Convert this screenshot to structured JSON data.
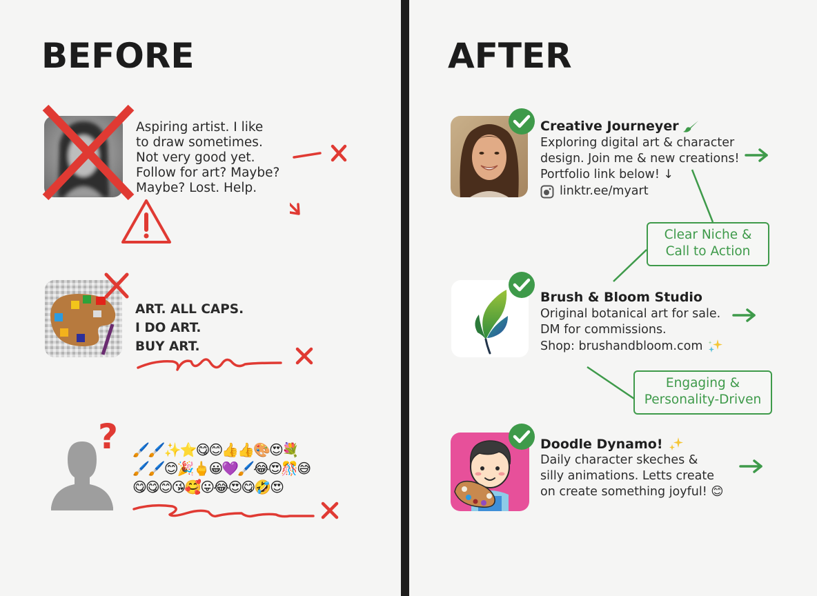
{
  "before": {
    "heading": "BEFORE",
    "profiles": [
      {
        "avatar": "blurred-grayscale-photo",
        "bio_lines": [
          "Aspiring artist. I like",
          "to draw sometimes.",
          "Not very good yet.",
          "Follow for art? Maybe?",
          "Maybe? Lost. Help."
        ],
        "marks": [
          "red-x-over-avatar",
          "warning-triangle-icon",
          "red-x",
          "red-arrow"
        ]
      },
      {
        "avatar": "pixelated-palette",
        "bio_lines": [
          "ART. ALL CAPS.",
          "I DO ART.",
          "BUY ART."
        ],
        "marks": [
          "red-x",
          "red-squiggle",
          "red-x"
        ]
      },
      {
        "avatar": "default-silhouette",
        "bio_emoji_rows": [
          "🖌️🖌️✨⭐😋😊👍👍🎨😍💐",
          "🖌️🖌️😊🎉🖕😀💜🖌️😂😍🎊😅",
          "😋😋😊😘🥰😛😂😍😋🤣😍"
        ],
        "marks": [
          "red-question-mark",
          "red-squiggle",
          "red-x"
        ]
      }
    ]
  },
  "after": {
    "heading": "AFTER",
    "profiles": [
      {
        "name": "Creative Journeyer",
        "name_icon": "paintbrush-icon",
        "bio_lines": [
          "Exploring digital art & character",
          "design. Join me & new creations!",
          "Portfolio link below! ↓"
        ],
        "link": "linktr.ee/myart",
        "link_icon": "instagram-icon",
        "verified": true
      },
      {
        "name": "Brush & Bloom Studio",
        "bio_lines": [
          "Original botanical art for sale.",
          "DM for commissions.",
          "Shop: brushandbloom.com"
        ],
        "trail_icon": "sparkles-icon",
        "verified": true
      },
      {
        "name": "Doodle Dynamo!",
        "name_icon": "sparkles-icon",
        "bio_lines": [
          "Daily character skeches &",
          "silly animations. Letts create",
          "on create something joyful! 😊"
        ],
        "verified": true
      }
    ],
    "callouts": [
      {
        "line1": "Clear Niche &",
        "line2": "Call to Action"
      },
      {
        "line1": "Engaging &",
        "line2": "Personality-Driven"
      }
    ]
  },
  "colors": {
    "background": "#f5f5f4",
    "divider": "#1f1e1d",
    "error_red": "#e03a33",
    "success_green": "#3e9a4a",
    "text_dark": "#222222"
  }
}
